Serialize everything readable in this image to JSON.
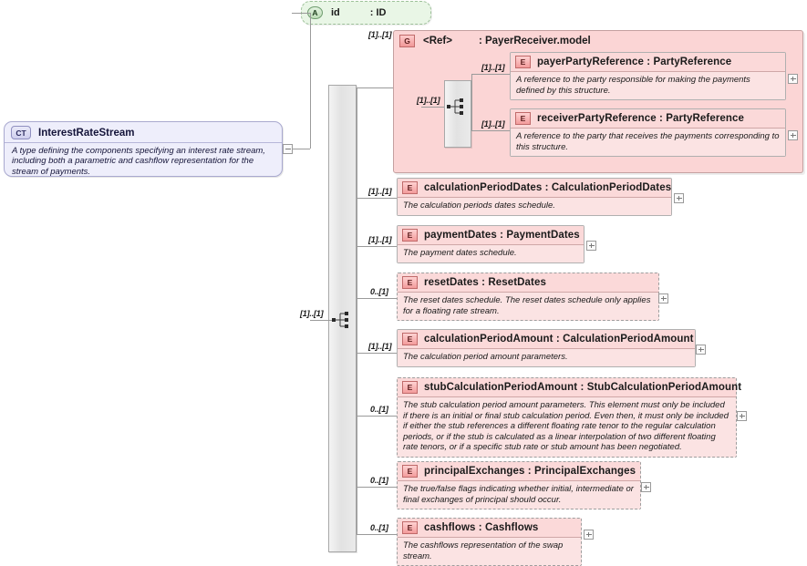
{
  "diagram": {
    "kind": "xsd-schema-diagram",
    "root": {
      "icon": "complex-type-icon",
      "icon_label": "CT",
      "name": "InterestRateStream",
      "description": "A type defining the components specifying an interest rate stream, including both a parametric and cashflow representation for the stream of payments."
    },
    "attribute": {
      "icon_label": "A",
      "name": "id",
      "type": ": ID"
    },
    "group": {
      "icon_label": "G",
      "name": "<Ref>",
      "type": ": PayerReceiver.model",
      "children": [
        {
          "icon_label": "E",
          "name": "payerPartyReference : PartyReference",
          "description": "A reference to the party responsible for making the payments defined by this structure.",
          "cardinality": "[1]..[1]",
          "required": true
        },
        {
          "icon_label": "E",
          "name": "receiverPartyReference : PartyReference",
          "description": "A reference to the party that receives the payments corresponding to this structure.",
          "cardinality": "[1]..[1]",
          "required": true
        }
      ],
      "cardinality": "[1]..[1]",
      "inner_cardinality": "[1]..[1]"
    },
    "sequence_cardinality": "[1]..[1]",
    "elements": [
      {
        "icon_label": "E",
        "name": "calculationPeriodDates : CalculationPeriodDates",
        "description": "The calculation periods dates schedule.",
        "cardinality": "[1]..[1]",
        "required": true
      },
      {
        "icon_label": "E",
        "name": "paymentDates : PaymentDates",
        "description": "The payment dates schedule.",
        "cardinality": "[1]..[1]",
        "required": true
      },
      {
        "icon_label": "E",
        "name": "resetDates : ResetDates",
        "description": "The reset dates schedule. The reset dates schedule only applies for a floating rate stream.",
        "cardinality": "0..[1]",
        "required": false
      },
      {
        "icon_label": "E",
        "name": "calculationPeriodAmount : CalculationPeriodAmount",
        "description": "The calculation period amount parameters.",
        "cardinality": "[1]..[1]",
        "required": true
      },
      {
        "icon_label": "E",
        "name": "stubCalculationPeriodAmount : StubCalculationPeriodAmount",
        "description": "The stub calculation period amount parameters. This element must only be included if there is an initial or final stub calculation period. Even then, it must only be included if either the stub references a different floating rate tenor to the regular calculation periods, or if the stub is calculated as a linear interpolation of two different floating rate tenors, or if a specific stub rate or stub amount has been negotiated.",
        "cardinality": "0..[1]",
        "required": false
      },
      {
        "icon_label": "E",
        "name": "principalExchanges : PrincipalExchanges",
        "description": "The true/false flags indicating whether initial, intermediate or final exchanges of principal should occur.",
        "cardinality": "0..[1]",
        "required": false
      },
      {
        "icon_label": "E",
        "name": "cashflows : Cashflows",
        "description": "The cashflows representation of the swap stream.",
        "cardinality": "0..[1]",
        "required": false
      }
    ],
    "colors": {
      "element_fill": "#fbe3e3",
      "element_header": "#fbd9d9",
      "group_fill": "#fbd5d5",
      "complex_type_fill": "#eeeefb",
      "attribute_fill": "#e9f6e6",
      "line": "#9a9a9a"
    }
  }
}
